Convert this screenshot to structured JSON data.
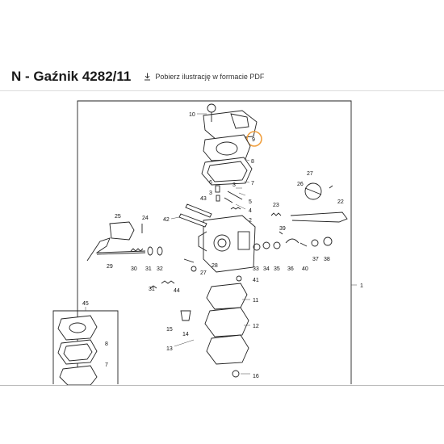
{
  "page": {
    "title": "N - Gaźnik 4282/11",
    "download_label": "Pobierz ilustrację w formacie PDF"
  },
  "diagram": {
    "highlighted_part": "9",
    "highlight_color": "#f0a040",
    "part_labels": {
      "p1": "1",
      "p2": "2",
      "p3": "3",
      "p4": "4",
      "p5": "5",
      "p6": "6",
      "p7": "7",
      "p8": "8",
      "p9": "9",
      "p10": "10",
      "p11": "11",
      "p12": "12",
      "p13": "13",
      "p14": "14",
      "p15": "15",
      "p16": "16",
      "p22": "22",
      "p23": "23",
      "p24": "24",
      "p25": "25",
      "p26": "26",
      "p27a": "27",
      "p27b": "27",
      "p28": "28",
      "p29": "29",
      "p30": "30",
      "p31": "31",
      "p32": "32",
      "p33": "33",
      "p34": "34",
      "p35": "35",
      "p36": "36",
      "p37": "37",
      "p38": "38",
      "p39": "39",
      "p40": "40",
      "p41": "41",
      "p42": "42",
      "p43": "43",
      "p44": "44",
      "p45": "45",
      "s8": "8",
      "s7": "7"
    }
  }
}
